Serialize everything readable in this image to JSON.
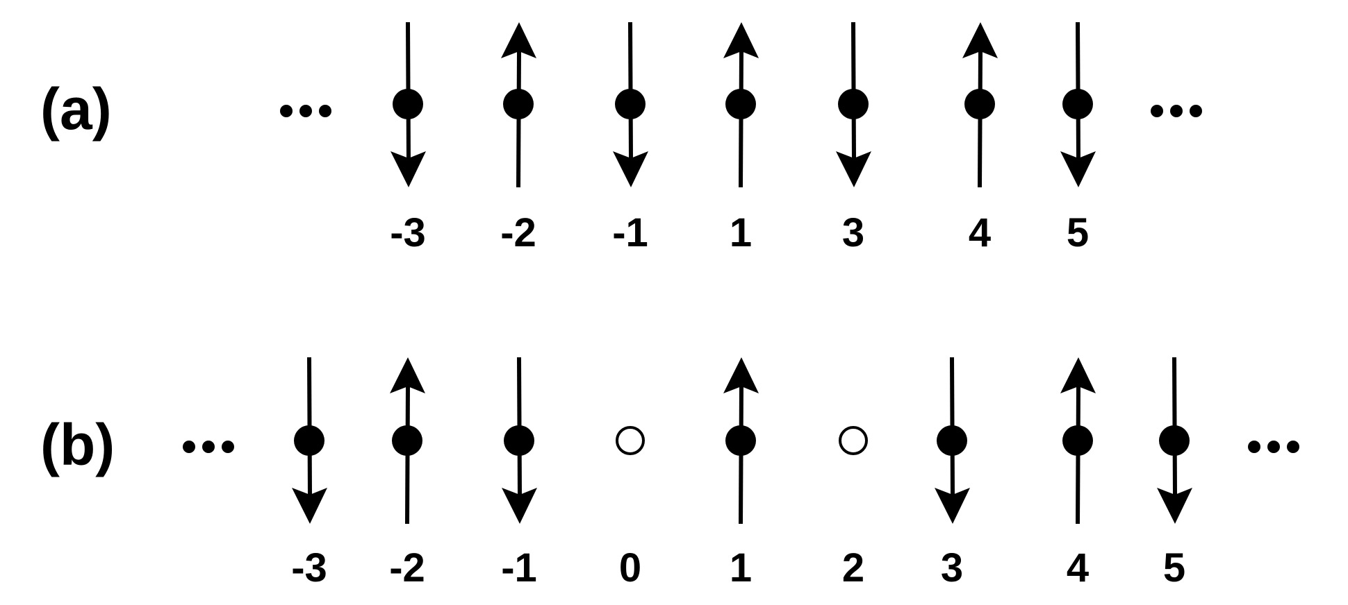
{
  "colors": {
    "ink": "#000000",
    "background": "#ffffff"
  },
  "panels": [
    {
      "id": "a",
      "label": "(a)",
      "leading_ellipsis": "...",
      "trailing_ellipsis": "...",
      "sites": [
        {
          "label": "-3",
          "occupied": true,
          "spin": "down"
        },
        {
          "label": "-2",
          "occupied": true,
          "spin": "up"
        },
        {
          "label": "-1",
          "occupied": true,
          "spin": "down"
        },
        {
          "label": "1",
          "occupied": true,
          "spin": "up"
        },
        {
          "label": "3",
          "occupied": true,
          "spin": "down"
        },
        {
          "label": "4",
          "occupied": true,
          "spin": "up"
        },
        {
          "label": "5",
          "occupied": true,
          "spin": "down"
        }
      ]
    },
    {
      "id": "b",
      "label": "(b)",
      "leading_ellipsis": "...",
      "trailing_ellipsis": "...",
      "sites": [
        {
          "label": "-3",
          "occupied": true,
          "spin": "down"
        },
        {
          "label": "-2",
          "occupied": true,
          "spin": "up"
        },
        {
          "label": "-1",
          "occupied": true,
          "spin": "down"
        },
        {
          "label": "0",
          "occupied": false,
          "spin": "none"
        },
        {
          "label": "1",
          "occupied": true,
          "spin": "up"
        },
        {
          "label": "2",
          "occupied": false,
          "spin": "none"
        },
        {
          "label": "3",
          "occupied": true,
          "spin": "down"
        },
        {
          "label": "4",
          "occupied": true,
          "spin": "up"
        },
        {
          "label": "5",
          "occupied": true,
          "spin": "down"
        }
      ]
    }
  ]
}
